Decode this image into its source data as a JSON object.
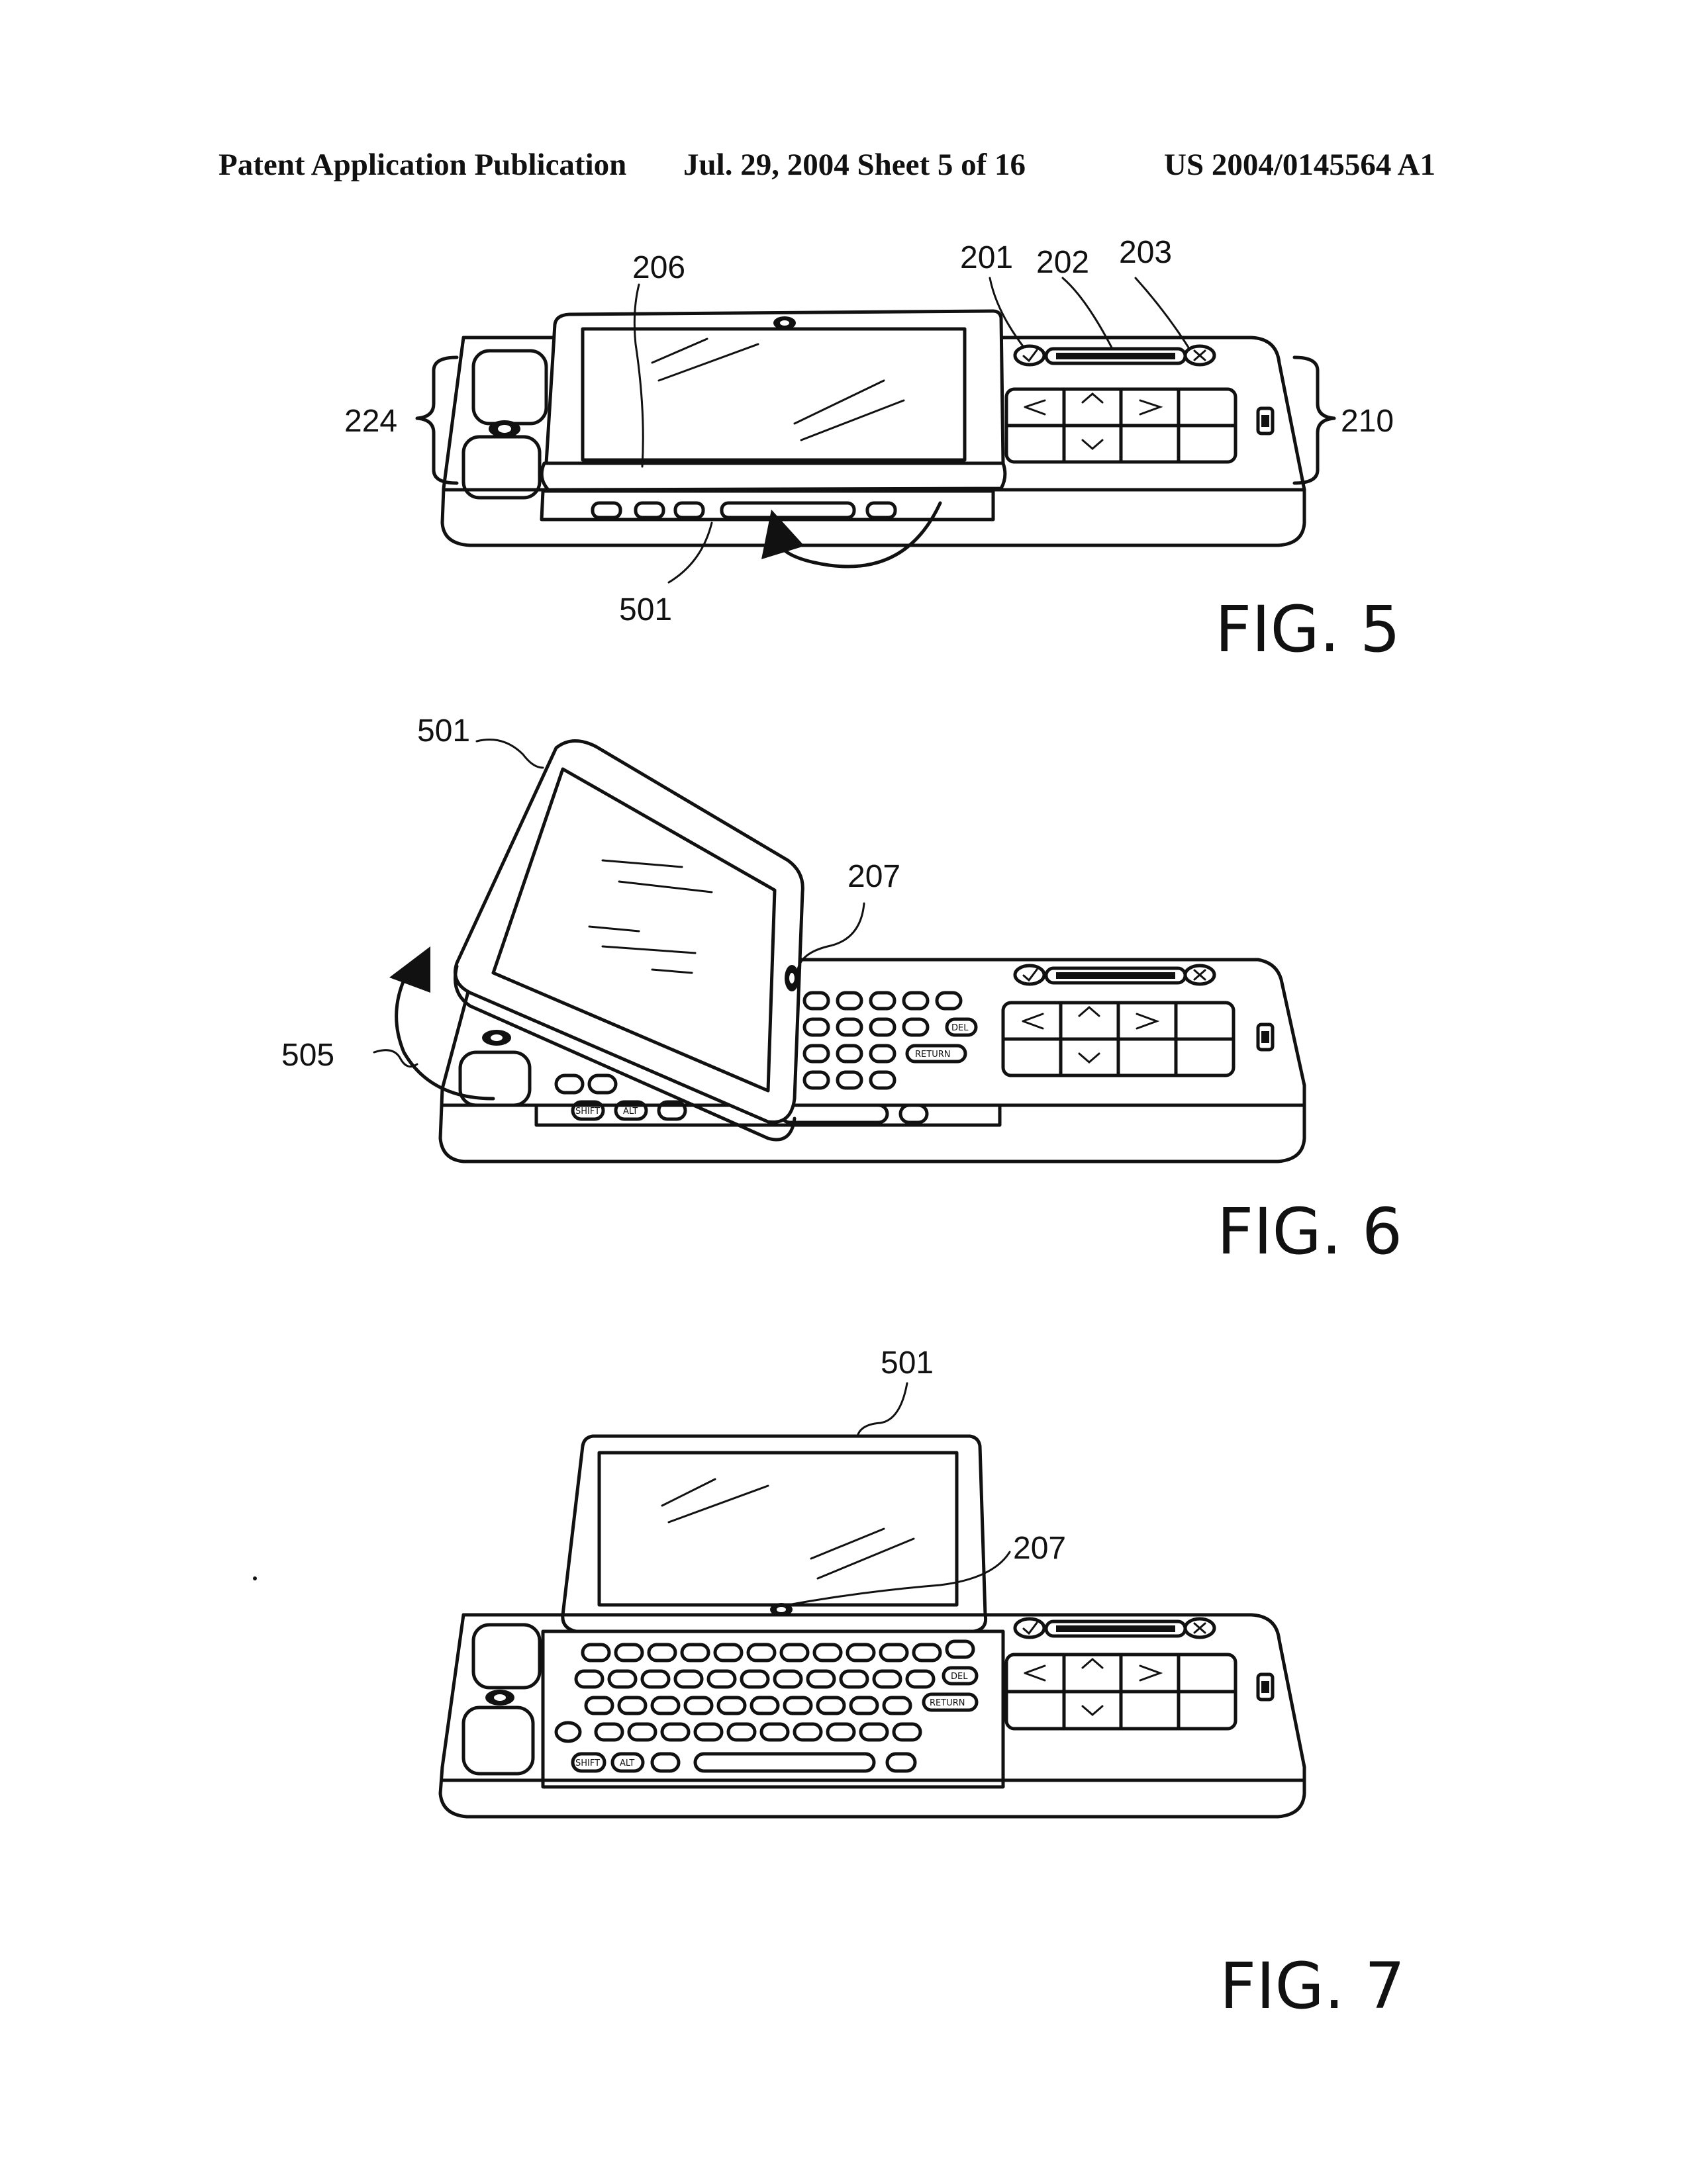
{
  "header": {
    "left": "Patent Application Publication",
    "middle": "Jul. 29, 2004   Sheet 5 of 16",
    "right": "US 2004/0145564 A1"
  },
  "figures": [
    {
      "label": "FIG. 5",
      "refs": {
        "screen": "206",
        "button_check": "201",
        "scroll_bar": "202",
        "button_x": "203",
        "left_group": "224",
        "right_group": "210",
        "display_unit": "501"
      }
    },
    {
      "label": "FIG. 6",
      "refs": {
        "display_unit": "501",
        "hinge": "207",
        "rotation_arrow": "505"
      }
    },
    {
      "label": "FIG. 7",
      "refs": {
        "display_unit": "501",
        "hinge": "207"
      }
    }
  ],
  "keyboard_labels": {
    "del": "DEL",
    "return": "RETURN",
    "shift": "SHIFT",
    "alt": "ALT"
  },
  "colors": {
    "ink": "#111111",
    "paper": "#ffffff"
  },
  "icons": [
    "check-icon",
    "x-icon",
    "up-arrow-icon",
    "down-arrow-icon",
    "left-arrow-icon",
    "right-arrow-icon",
    "hinge-icon",
    "rotation-arrow-icon"
  ]
}
